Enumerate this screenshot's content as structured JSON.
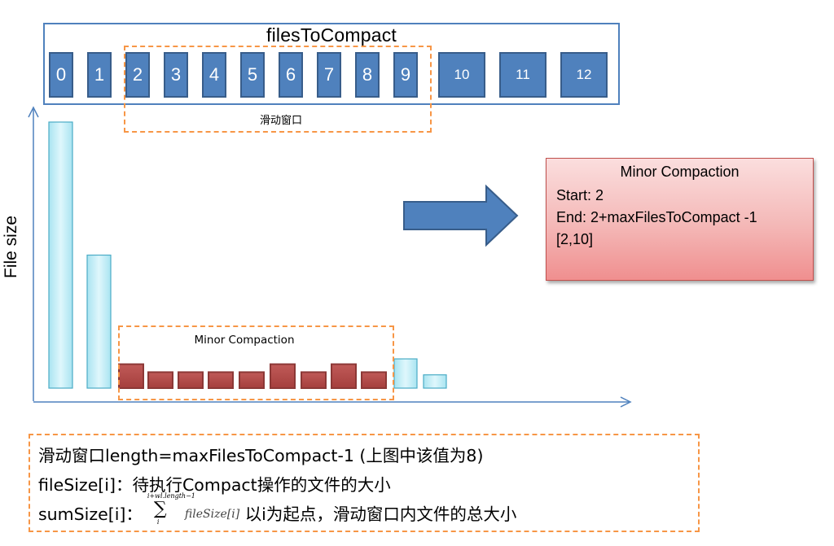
{
  "files_panel": {
    "title": "filesToCompact",
    "cells": [
      "0",
      "1",
      "2",
      "3",
      "4",
      "5",
      "6",
      "7",
      "8",
      "9",
      "10",
      "11",
      "12"
    ],
    "window_label": "滑动窗口"
  },
  "chart": {
    "y_axis_label": "File size",
    "compaction_label": "Minor Compaction",
    "bars": [
      {
        "value": 100,
        "group": "large"
      },
      {
        "value": 50,
        "group": "large"
      },
      {
        "value": 9,
        "group": "window"
      },
      {
        "value": 6,
        "group": "window"
      },
      {
        "value": 6,
        "group": "window"
      },
      {
        "value": 6,
        "group": "window"
      },
      {
        "value": 6,
        "group": "window"
      },
      {
        "value": 9,
        "group": "window"
      },
      {
        "value": 6,
        "group": "window"
      },
      {
        "value": 9,
        "group": "window"
      },
      {
        "value": 6,
        "group": "window"
      },
      {
        "value": 11,
        "group": "rest"
      },
      {
        "value": 5,
        "group": "rest"
      }
    ],
    "colors": {
      "large_fill": "#c5f0f8",
      "large_stroke": "#4bacc6",
      "window_fill": "#b84d4d",
      "window_stroke": "#8c3836",
      "axis": "#4f81bd"
    }
  },
  "result": {
    "title": "Minor Compaction",
    "lines": [
      "Start: 2",
      "End: 2+maxFilesToCompact -1",
      "[2,10]"
    ]
  },
  "notes": {
    "line1": "滑动窗口length=maxFilesToCompact-1 (上图中该值为8)",
    "line2": "fileSize[i]：待执行Compact操作的文件的大小",
    "line3_prefix": "sumSize[i]：",
    "sigma_top": "i+wl.length−1",
    "sigma_symbol": "∑",
    "sigma_bottom": "i",
    "sigma_term": "fileSize[i]",
    "line3_suffix": "以i为起点，滑动窗口内文件的总大小"
  },
  "colors": {
    "blue": "#4f81bd",
    "orange_dash": "#f79646",
    "arrow_fill": "#4f81bd"
  }
}
